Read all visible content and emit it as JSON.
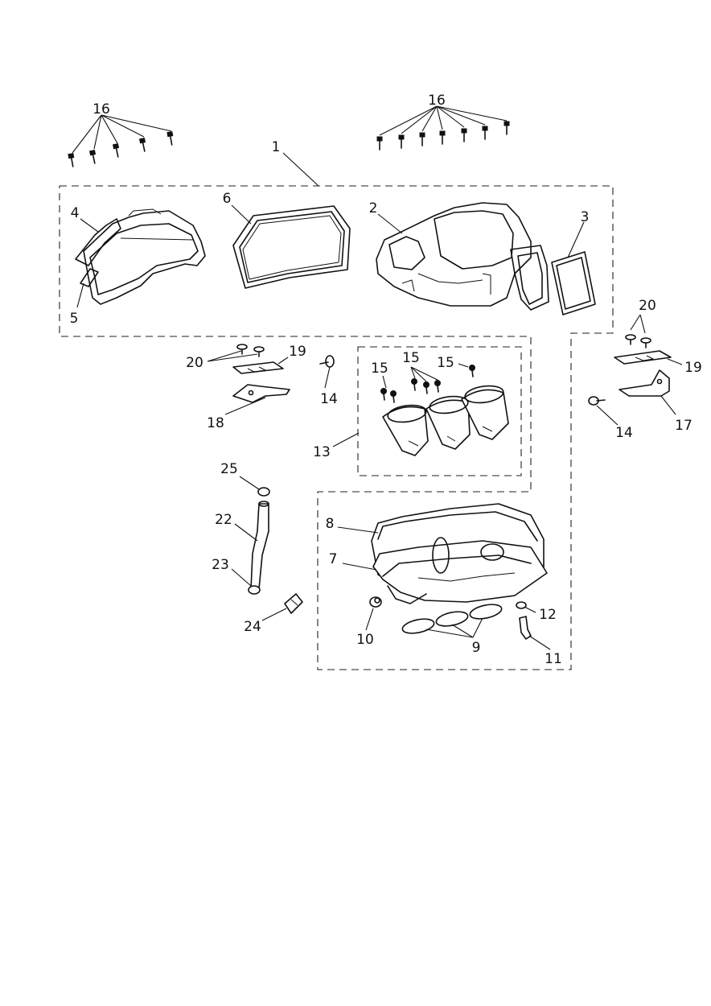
{
  "callouts": [
    {
      "id": "c1",
      "label": "1"
    },
    {
      "id": "c2",
      "label": "2"
    },
    {
      "id": "c3",
      "label": "3"
    },
    {
      "id": "c4",
      "label": "4"
    },
    {
      "id": "c5",
      "label": "5"
    },
    {
      "id": "c6",
      "label": "6"
    },
    {
      "id": "c7",
      "label": "7"
    },
    {
      "id": "c8",
      "label": "8"
    },
    {
      "id": "c9",
      "label": "9"
    },
    {
      "id": "c10",
      "label": "10"
    },
    {
      "id": "c11",
      "label": "11"
    },
    {
      "id": "c12",
      "label": "12"
    },
    {
      "id": "c13",
      "label": "13"
    },
    {
      "id": "c14a",
      "label": "14"
    },
    {
      "id": "c14b",
      "label": "14"
    },
    {
      "id": "c15a",
      "label": "15"
    },
    {
      "id": "c15b",
      "label": "15"
    },
    {
      "id": "c15c",
      "label": "15"
    },
    {
      "id": "c16a",
      "label": "16"
    },
    {
      "id": "c16b",
      "label": "16"
    },
    {
      "id": "c17",
      "label": "17"
    },
    {
      "id": "c18",
      "label": "18"
    },
    {
      "id": "c19a",
      "label": "19"
    },
    {
      "id": "c19b",
      "label": "19"
    },
    {
      "id": "c20a",
      "label": "20"
    },
    {
      "id": "c20b",
      "label": "20"
    },
    {
      "id": "c22",
      "label": "22"
    },
    {
      "id": "c23",
      "label": "23"
    },
    {
      "id": "c24",
      "label": "24"
    },
    {
      "id": "c25",
      "label": "25"
    }
  ]
}
